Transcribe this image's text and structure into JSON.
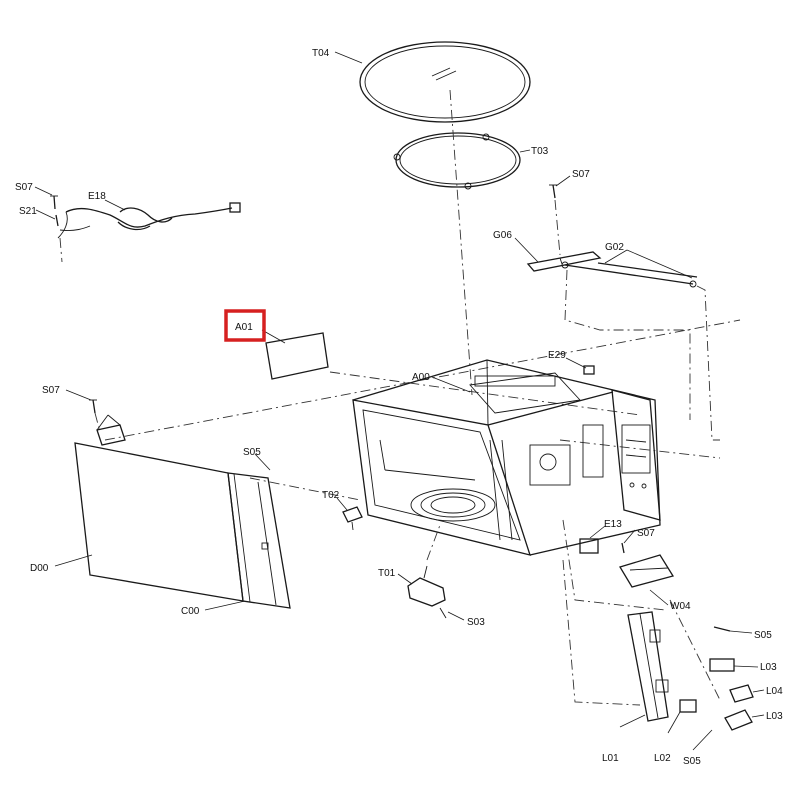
{
  "diagram": {
    "highlight_color": "#d62020",
    "labels": {
      "T04": "T04",
      "T03": "T03",
      "S07_top": "S07",
      "G06": "G06",
      "G02": "G02",
      "S07_left_top": "S07",
      "E18": "E18",
      "S21": "S21",
      "A01": "A01",
      "E29": "E29",
      "A00": "A00",
      "S07_left": "S07",
      "S05_mid": "S05",
      "T02": "T02",
      "E13": "E13",
      "S07_right": "S07",
      "T01": "T01",
      "W04": "W04",
      "S03": "S03",
      "S05_right": "S05",
      "L03_a": "L03",
      "L04": "L04",
      "L03_b": "L03",
      "D00": "D00",
      "C00": "C00",
      "L01": "L01",
      "L02": "L02",
      "S05_bottom": "S05"
    }
  }
}
